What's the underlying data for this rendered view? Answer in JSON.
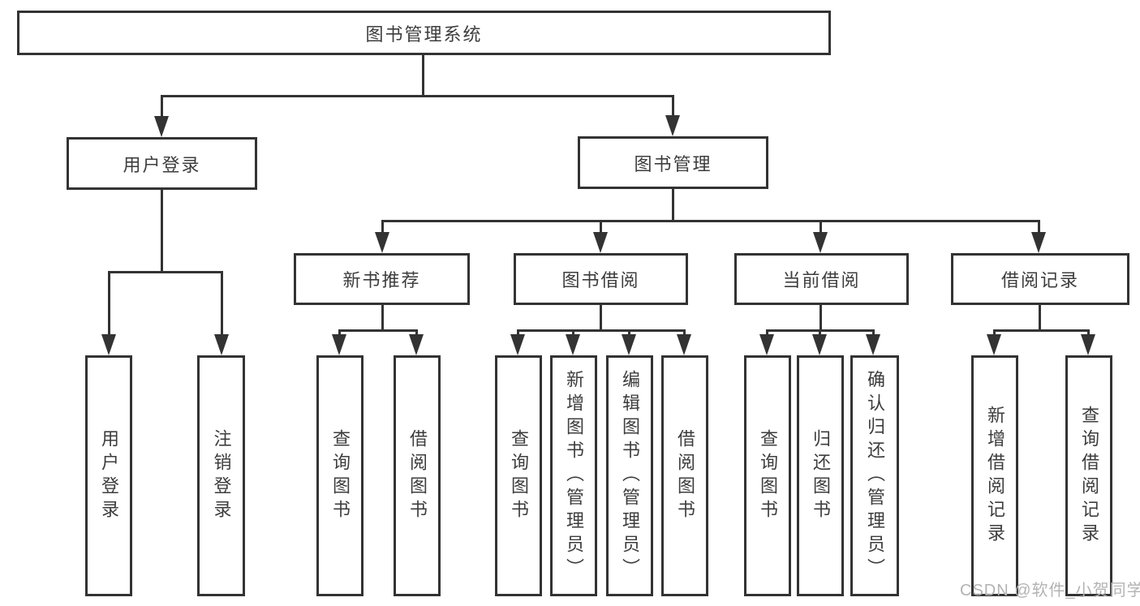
{
  "diagram": {
    "root": "图书管理系统",
    "level2": {
      "user_login": "用户登录",
      "book_mgmt": "图书管理"
    },
    "user_login_children": [
      "用户登录",
      "注销登录"
    ],
    "modules": [
      {
        "label": "新书推荐",
        "children": [
          "查询图书",
          "借阅图书"
        ]
      },
      {
        "label": "图书借阅",
        "children": [
          "查询图书",
          "新增图书（管理员）",
          "编辑图书（管理员）",
          "借阅图书"
        ]
      },
      {
        "label": "当前借阅",
        "children": [
          "查询图书",
          "归还图书",
          "确认归还（管理员）"
        ]
      },
      {
        "label": "借阅记录",
        "children": [
          "新增借阅记录",
          "查询借阅记录"
        ]
      }
    ],
    "watermark": "CSDN @软件_小贺同学",
    "colors": {
      "line": "#333333",
      "text": "#3d3d3d",
      "watermark": "#b3b3b3",
      "background": "#ffffff"
    }
  }
}
